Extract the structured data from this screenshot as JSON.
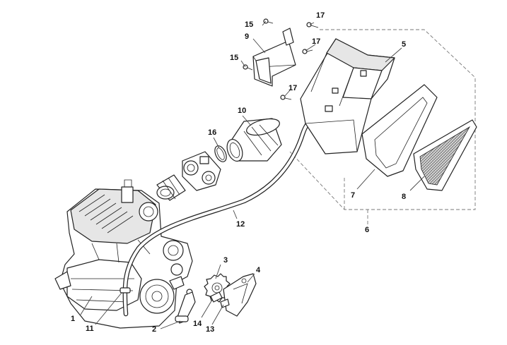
{
  "callouts": [
    {
      "id": "c1",
      "text": "1"
    },
    {
      "id": "c2",
      "text": "2"
    },
    {
      "id": "c3",
      "text": "3"
    },
    {
      "id": "c4",
      "text": "4"
    },
    {
      "id": "c5",
      "text": "5"
    },
    {
      "id": "c6",
      "text": "6"
    },
    {
      "id": "c7",
      "text": "7"
    },
    {
      "id": "c8",
      "text": "8"
    },
    {
      "id": "c9",
      "text": "9"
    },
    {
      "id": "c10",
      "text": "10"
    },
    {
      "id": "c11",
      "text": "11"
    },
    {
      "id": "c12",
      "text": "12"
    },
    {
      "id": "c13",
      "text": "13"
    },
    {
      "id": "c14",
      "text": "14"
    },
    {
      "id": "c15a",
      "text": "15"
    },
    {
      "id": "c15b",
      "text": "15"
    },
    {
      "id": "c16",
      "text": "16"
    },
    {
      "id": "c17a",
      "text": "17"
    },
    {
      "id": "c17b",
      "text": "17"
    },
    {
      "id": "c17c",
      "text": "17"
    }
  ]
}
